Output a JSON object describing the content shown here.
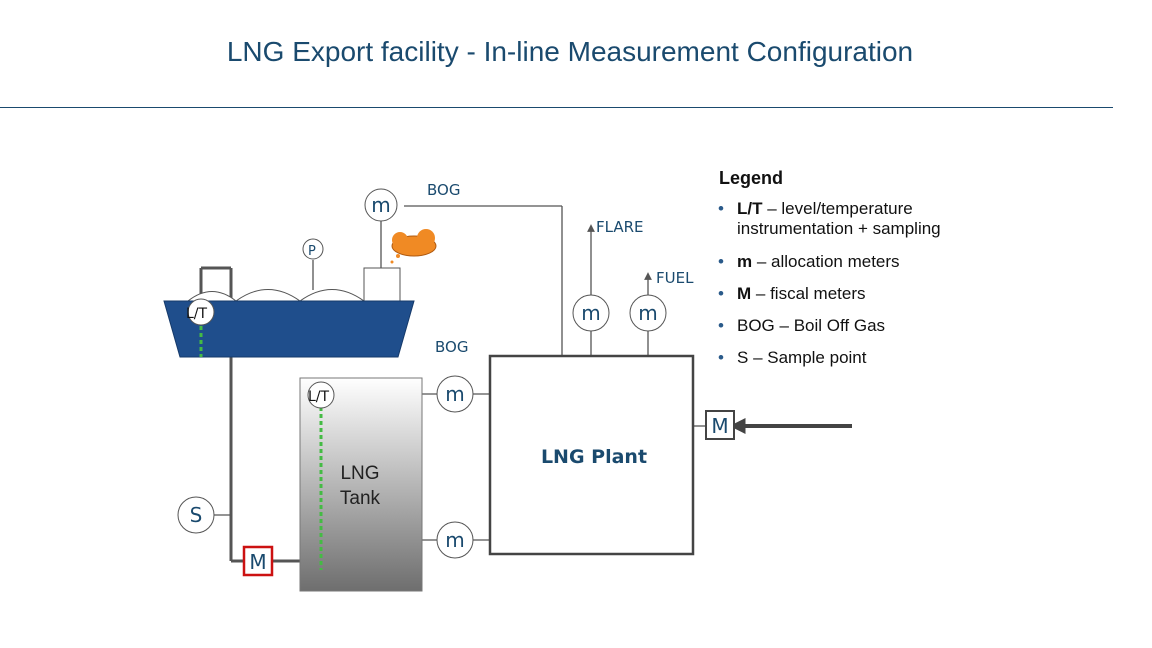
{
  "title": "LNG Export facility - In-line Measurement Configuration",
  "colors": {
    "title": "#1a4a6e",
    "ship_hull": "#1f4e8c",
    "fiscal_meter": "#cc1111",
    "sample_line": "#44bb44",
    "flare_cloud": "#f08a24",
    "pipe": "#555555"
  },
  "diagram": {
    "labels": {
      "bog_top": "BOG",
      "flare": "FLARE",
      "fuel": "FUEL",
      "bog_mid": "BOG",
      "pressure": "P",
      "lt_ship": "L/T",
      "lt_tank": "L/T",
      "sample": "S",
      "tank_line1": "LNG",
      "tank_line2": "Tank",
      "plant": "LNG Plant"
    },
    "meters": {
      "m_ship_bog": "m",
      "m_flare": "m",
      "m_fuel": "m",
      "m_tank_bog": "m",
      "m_tank_out": "m",
      "M_inlet": "M",
      "M_ship": "M"
    }
  },
  "legend": {
    "title": "Legend",
    "items": [
      {
        "key": "L/T",
        "text": " – level/temperature instrumentation + sampling"
      },
      {
        "key": "m",
        "text": " – allocation meters"
      },
      {
        "key": "M",
        "text": " – fiscal meters"
      },
      {
        "key": "BOG",
        "text": " – Boil Off Gas"
      },
      {
        "key": "S",
        "text": " – Sample point"
      }
    ]
  }
}
